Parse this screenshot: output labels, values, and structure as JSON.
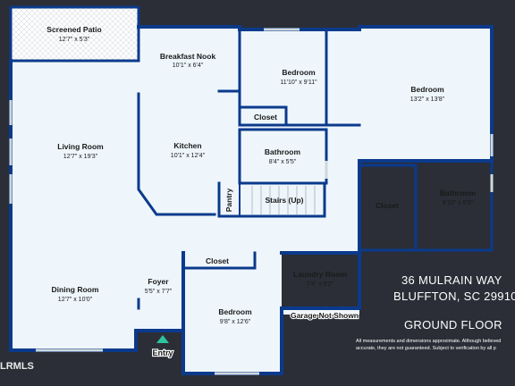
{
  "rooms": {
    "screened_patio": {
      "name": "Screened Patio",
      "dims": "12'7\" x 5'3\""
    },
    "breakfast_nook": {
      "name": "Breakfast Nook",
      "dims": "10'1\" x 6'4\""
    },
    "bedroom_top": {
      "name": "Bedroom",
      "dims": "11'10\" x 9'11\""
    },
    "bedroom_right": {
      "name": "Bedroom",
      "dims": "13'2\" x 13'8\""
    },
    "closet_top": {
      "name": "Closet"
    },
    "living_room": {
      "name": "Living Room",
      "dims": "12'7\" x 19'3\""
    },
    "kitchen": {
      "name": "Kitchen",
      "dims": "10'1\" x 12'4\""
    },
    "bathroom_mid": {
      "name": "Bathroom",
      "dims": "8'4\" x 5'5\""
    },
    "closet_right": {
      "name": "Closet"
    },
    "bathroom_right": {
      "name": "Bathroom",
      "dims": "8'10\" x 8'8\""
    },
    "pantry": {
      "name": "Pantry"
    },
    "stairs": {
      "name": "Stairs (Up)"
    },
    "closet_bottom": {
      "name": "Closet"
    },
    "laundry_room": {
      "name": "Laundry Room",
      "dims": "7'4\" x 5'2\""
    },
    "foyer": {
      "name": "Foyer",
      "dims": "5'5\" x 7'7\""
    },
    "dining_room": {
      "name": "Dining Room",
      "dims": "12'7\" x 10'0\""
    },
    "bedroom_bottom": {
      "name": "Bedroom",
      "dims": "9'8\" x 12'6\""
    }
  },
  "garage_note": "Garage Not Shown",
  "entry_label": "Entry",
  "address": {
    "line1": "36 MULRAIN WAY",
    "line2": "BLUFFTON, SC 29910"
  },
  "floor_label": "GROUND FLOOR",
  "disclaimer": {
    "line1": "All measurements and dimensions approximate. Although believed",
    "line2": "accurate, they are not guaranteed. Subject to verification by all p"
  },
  "logo_text": "LRMLS",
  "colors": {
    "wall": "#0b3a8c",
    "floor": "#eef6fb",
    "background": "#2b2e36",
    "entry_arrow": "#2fc4a0"
  },
  "icons": {
    "entry": "entry-arrow-icon"
  }
}
